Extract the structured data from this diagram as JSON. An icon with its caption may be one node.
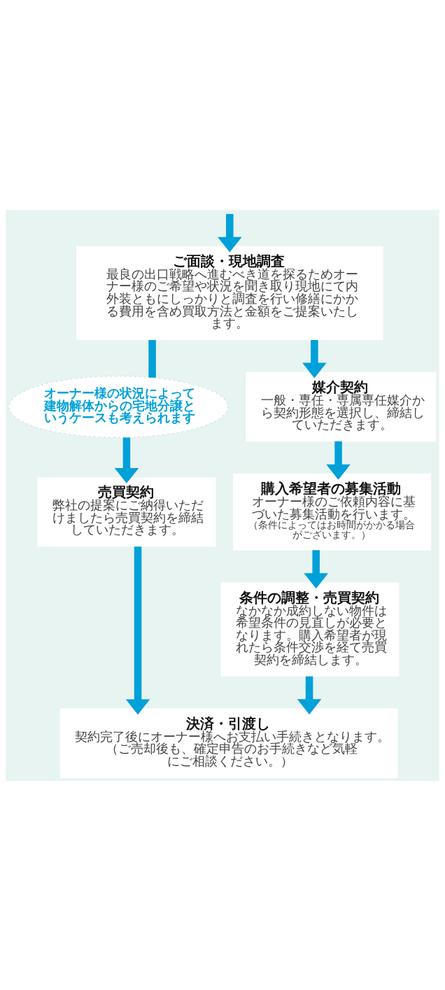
{
  "diagram": {
    "nodes": [
      {
        "text": [
          "ご面談・現地調査",
          "最良の出口戦略へ進むべき道を探るためオーナー様のご希望や状況を聞き取り現地にて内外装ともにしっかりと調査を行い修繕にかかる費用を含め買取方法と金額をご提案いたします。"
        ]
      },
      {
        "text": [
          "媒介契約",
          "一般・専任・専属専任媒介から契約形態を選択し、締結していただきます。"
        ]
      },
      {
        "text": [
          "オーナー様の状況によって建物解体からの宅地分譲というケースも考えられます"
        ]
      },
      {
        "text": [
          "売買契約",
          "弊社の提案にご納得いただけましたら売買契約を締結していただきます。"
        ]
      },
      {
        "text": [
          "購入希望者の募集活動",
          "オーナー様のご依頼内容に基づいた募集活動を行います。",
          "（条件によってはお時間がかかる場合がございます。）"
        ]
      },
      {
        "text": [
          "条件の調整・売買契約",
          "なかなか成約しない物件は希望条件の見直しが必要となります。購入希望者が現れたら条件交渉を経て売買契約を締結します。"
        ]
      },
      {
        "text": [
          "決済・引渡し",
          "契約完了後にオーナー様へお支払い手続きとなります。",
          "（ご売却後も、確定申告のお手続きなど気軽にご相談ください。）"
        ]
      }
    ],
    "edges": [
      {
        "from": null,
        "to": 0,
        "arrow": "to"
      },
      {
        "from": 0,
        "to": 1,
        "arrow": "to"
      },
      {
        "from": 0,
        "to": 2,
        "arrow": "none"
      },
      {
        "from": 2,
        "to": 3,
        "arrow": "to"
      },
      {
        "from": 1,
        "to": 4,
        "arrow": "to"
      },
      {
        "from": 4,
        "to": 5,
        "arrow": "to"
      },
      {
        "from": 3,
        "to": 6,
        "arrow": "to"
      },
      {
        "from": 5,
        "to": 6,
        "arrow": "to"
      }
    ]
  }
}
